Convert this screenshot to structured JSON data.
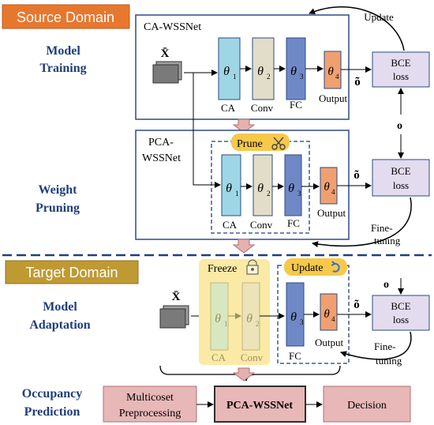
{
  "domains": {
    "source": "Source Domain",
    "target": "Target Domain"
  },
  "stages": {
    "model_training": [
      "Model",
      "Training"
    ],
    "weight_pruning": [
      "Weight",
      "Pruning"
    ],
    "model_adaptation": [
      "Model",
      "Adaptation"
    ],
    "occupancy_prediction": [
      "Occupancy",
      "Prediction"
    ]
  },
  "networks": {
    "ca_wssnet": "CA-WSSNet",
    "pca_wssnet": [
      "PCA-",
      "WSSNet"
    ]
  },
  "layers": {
    "theta": "θ",
    "subs": [
      "1",
      "2",
      "3",
      "4"
    ],
    "labels": [
      "CA",
      "Conv",
      "FC",
      "Output"
    ]
  },
  "inputs": {
    "x_bar": "X̄",
    "o_tilde": "õ",
    "o": "o"
  },
  "loss": [
    "BCE",
    "loss"
  ],
  "badges": {
    "prune": "Prune",
    "freeze": "Freeze",
    "update": "Update"
  },
  "arrow_labels": {
    "update": "Update",
    "fine_tuning": [
      "Fine-",
      "tuning"
    ]
  },
  "pipeline": {
    "step1": [
      "Multicoset",
      "Preprocessing"
    ],
    "step2": "PCA-WSSNet",
    "step3": "Decision"
  },
  "colors": {
    "source_domain_fill": "#e8772e",
    "target_domain_fill": "#bf9a32",
    "stage_label": "#1f3f7a",
    "ca_layer": "#9fd6e6",
    "conv_layer": "#e2ddc8",
    "fc_layer": "#6f89c7",
    "output_layer": "#f0a070",
    "loss_box": "#e3dcef",
    "pipeline_box": "#e8b7b7",
    "freeze_region": "#fbeaa5",
    "badge": "#f6c94a",
    "transition_arrow": "#e5b0b0",
    "border": "#2e4a86"
  },
  "icons": [
    "scissors-icon",
    "lock-icon",
    "refresh-icon",
    "data-stack-icon"
  ]
}
